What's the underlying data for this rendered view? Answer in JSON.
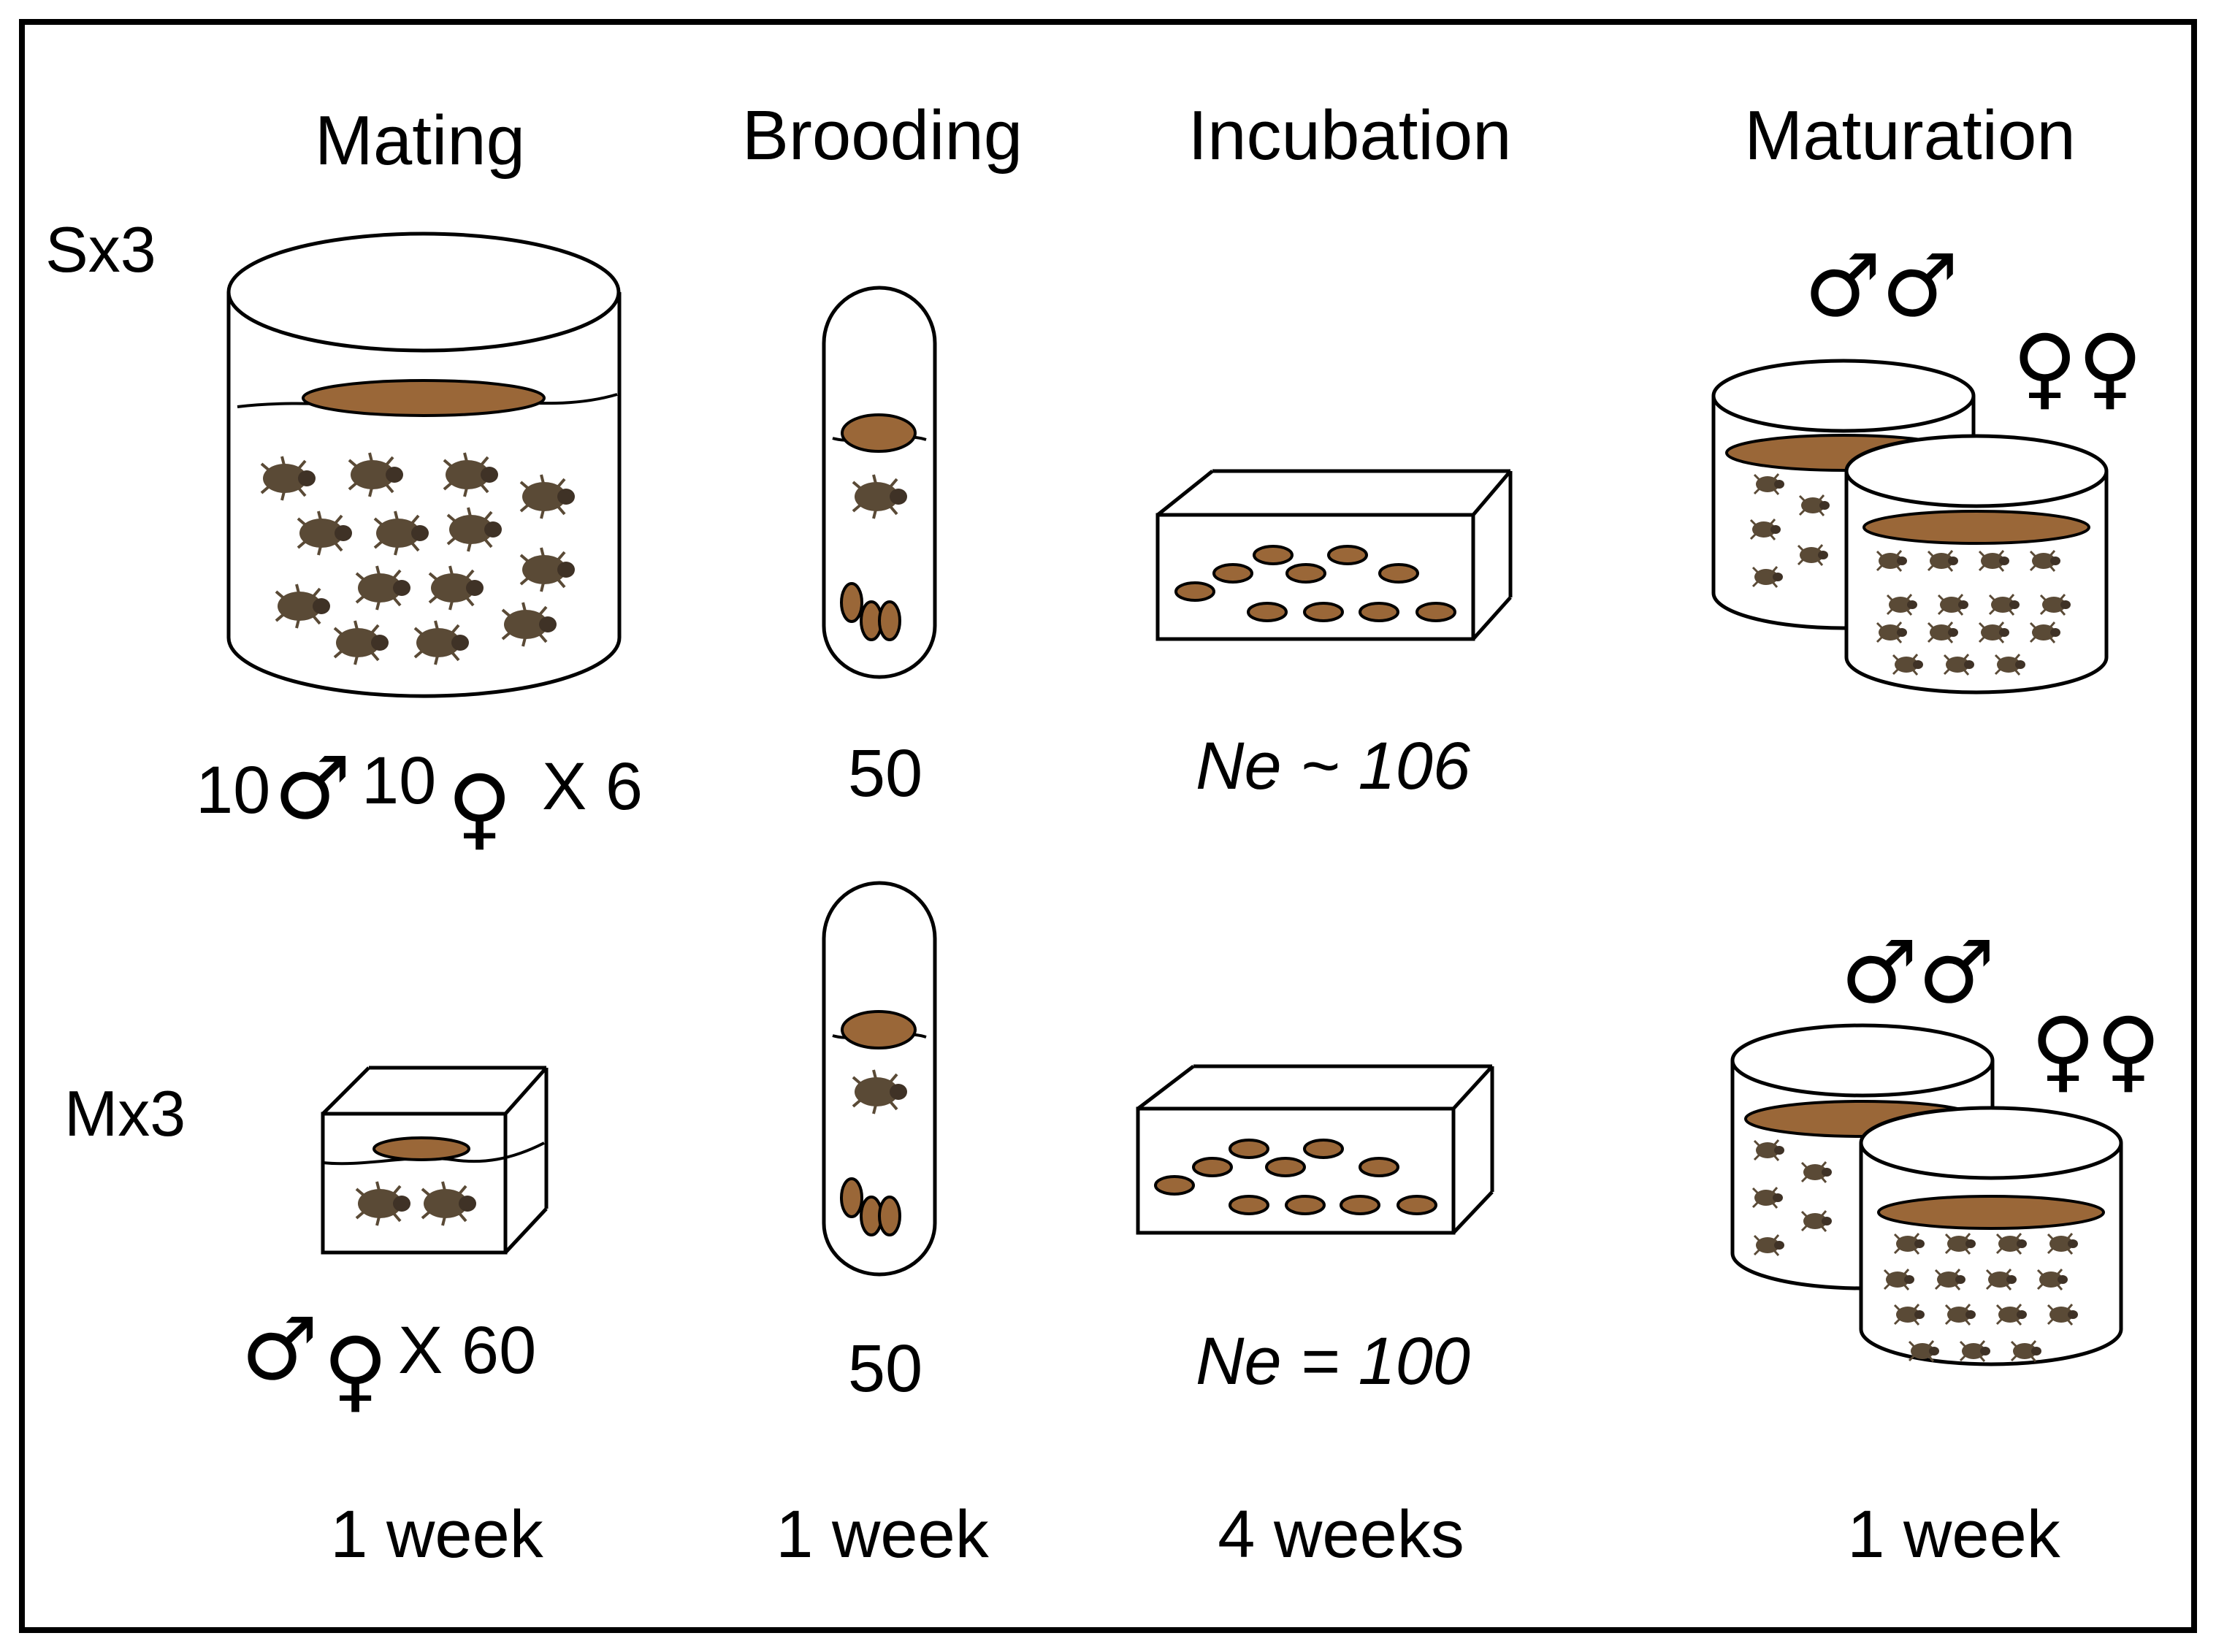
{
  "stages": {
    "mating": "Mating",
    "brooding": "Brooding",
    "incubation": "Incubation",
    "maturation": "Maturation"
  },
  "rows": {
    "sx3": "Sx3",
    "mx3": "Mx3"
  },
  "sx3": {
    "mating_count_a": "10",
    "mating_count_b": "10",
    "mating_multiplier": "X 6",
    "brooding_count": "50",
    "ne_label": "Ne ~ 106"
  },
  "mx3": {
    "mating_multiplier": "X 60",
    "brooding_count": "50",
    "ne_label": "Ne = 100"
  },
  "symbols": {
    "male": "♂",
    "female": "♀",
    "male_pair": "♂♂",
    "female_pair": "♀♀"
  },
  "durations": {
    "mating": "1 week",
    "brooding": "1 week",
    "incubation": "4 weeks",
    "maturation": "1 week"
  },
  "colors": {
    "medium": "#9a6738",
    "beetle": "#5a4a36",
    "outline": "#000000"
  }
}
